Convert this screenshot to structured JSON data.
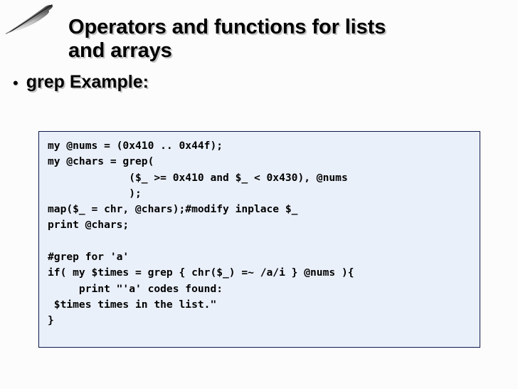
{
  "slide": {
    "background_color": "#fcfcfc",
    "title": "Operators and functions for lists\nand arrays",
    "title_color": "#000000"
  },
  "decoration": {
    "quill_icon_name": "feather-quill-icon",
    "quill_colors": {
      "spine_dark": "#2b2b2b",
      "barb_mid": "#8a8a8a",
      "barb_light": "#c9c9c9"
    }
  },
  "bullet": {
    "marker": "•",
    "text": "grep Example:"
  },
  "code_block": {
    "language": "perl",
    "background_color": "#eaf0fa",
    "border_color": "#0d1a4a",
    "text_color": "#000000",
    "content": "my @nums = (0x410 .. 0x44f);\nmy @chars = grep(\n             ($_ >= 0x410 and $_ < 0x430), @nums\n             );\nmap($_ = chr, @chars);#modify inplace $_\nprint @chars;\n\n#grep for 'a'\nif( my $times = grep { chr($_) =~ /a/i } @nums ){\n     print \"'a' codes found:\n $times times in the list.\"\n}",
    "lines": [
      "my @nums = (0x410 .. 0x44f);",
      "my @chars = grep(",
      "             ($_ >= 0x410 and $_ < 0x430), @nums",
      "             );",
      "map($_ = chr, @chars);#modify inplace $_",
      "print @chars;",
      "",
      "#grep for 'a'",
      "if( my $times = grep { chr($_) =~ /a/i } @nums ){",
      "     print \"'a' codes found:",
      " $times times in the list.\"",
      "}"
    ]
  }
}
